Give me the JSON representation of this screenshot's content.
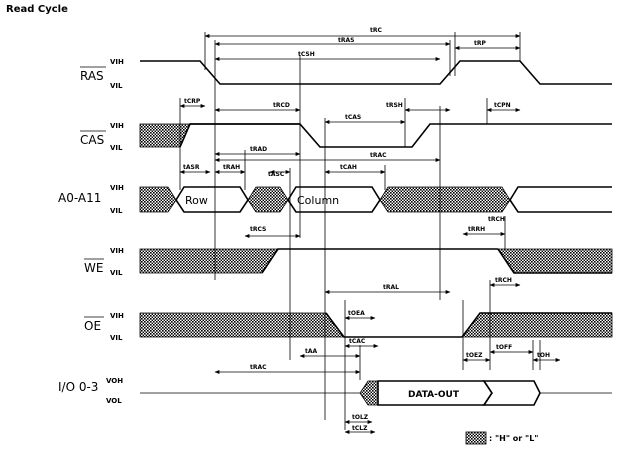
{
  "title": "Read Cycle",
  "signals": {
    "ras": "RAS",
    "cas": "CAS",
    "address": "A0-A11",
    "we": "WE",
    "oe": "OE",
    "io": "I/O 0-3"
  },
  "levels": {
    "vih": "VIH",
    "vil": "VIL",
    "voh": "VOH",
    "vol": "VOL"
  },
  "timing": {
    "trc": "tRC",
    "tras": "tRAS",
    "trp": "tRP",
    "tcsh": "tCSH",
    "tcrp": "tCRP",
    "trcd": "tRCD",
    "trsh": "tRSH",
    "tcpn": "tCPN",
    "tcas": "tCAS",
    "tasr": "tASR",
    "trah": "tRAH",
    "trad": "tRAD",
    "tasc": "tASC",
    "tcah": "tCAH",
    "tral": "tRAL",
    "trch": "tRCH",
    "trcs": "tRCS",
    "trrh": "tRRH",
    "trac": "tRAC",
    "toea": "tOEA",
    "tcac": "tCAC",
    "taa": "tAA",
    "toez": "tOEZ",
    "toff": "tOFF",
    "toh": "tOH",
    "tolz": "tOLZ",
    "tclz": "tCLZ"
  },
  "address_labels": {
    "row": "Row",
    "column": "Column"
  },
  "data_out": "DATA-OUT",
  "legend": ": \"H\" or \"L\""
}
